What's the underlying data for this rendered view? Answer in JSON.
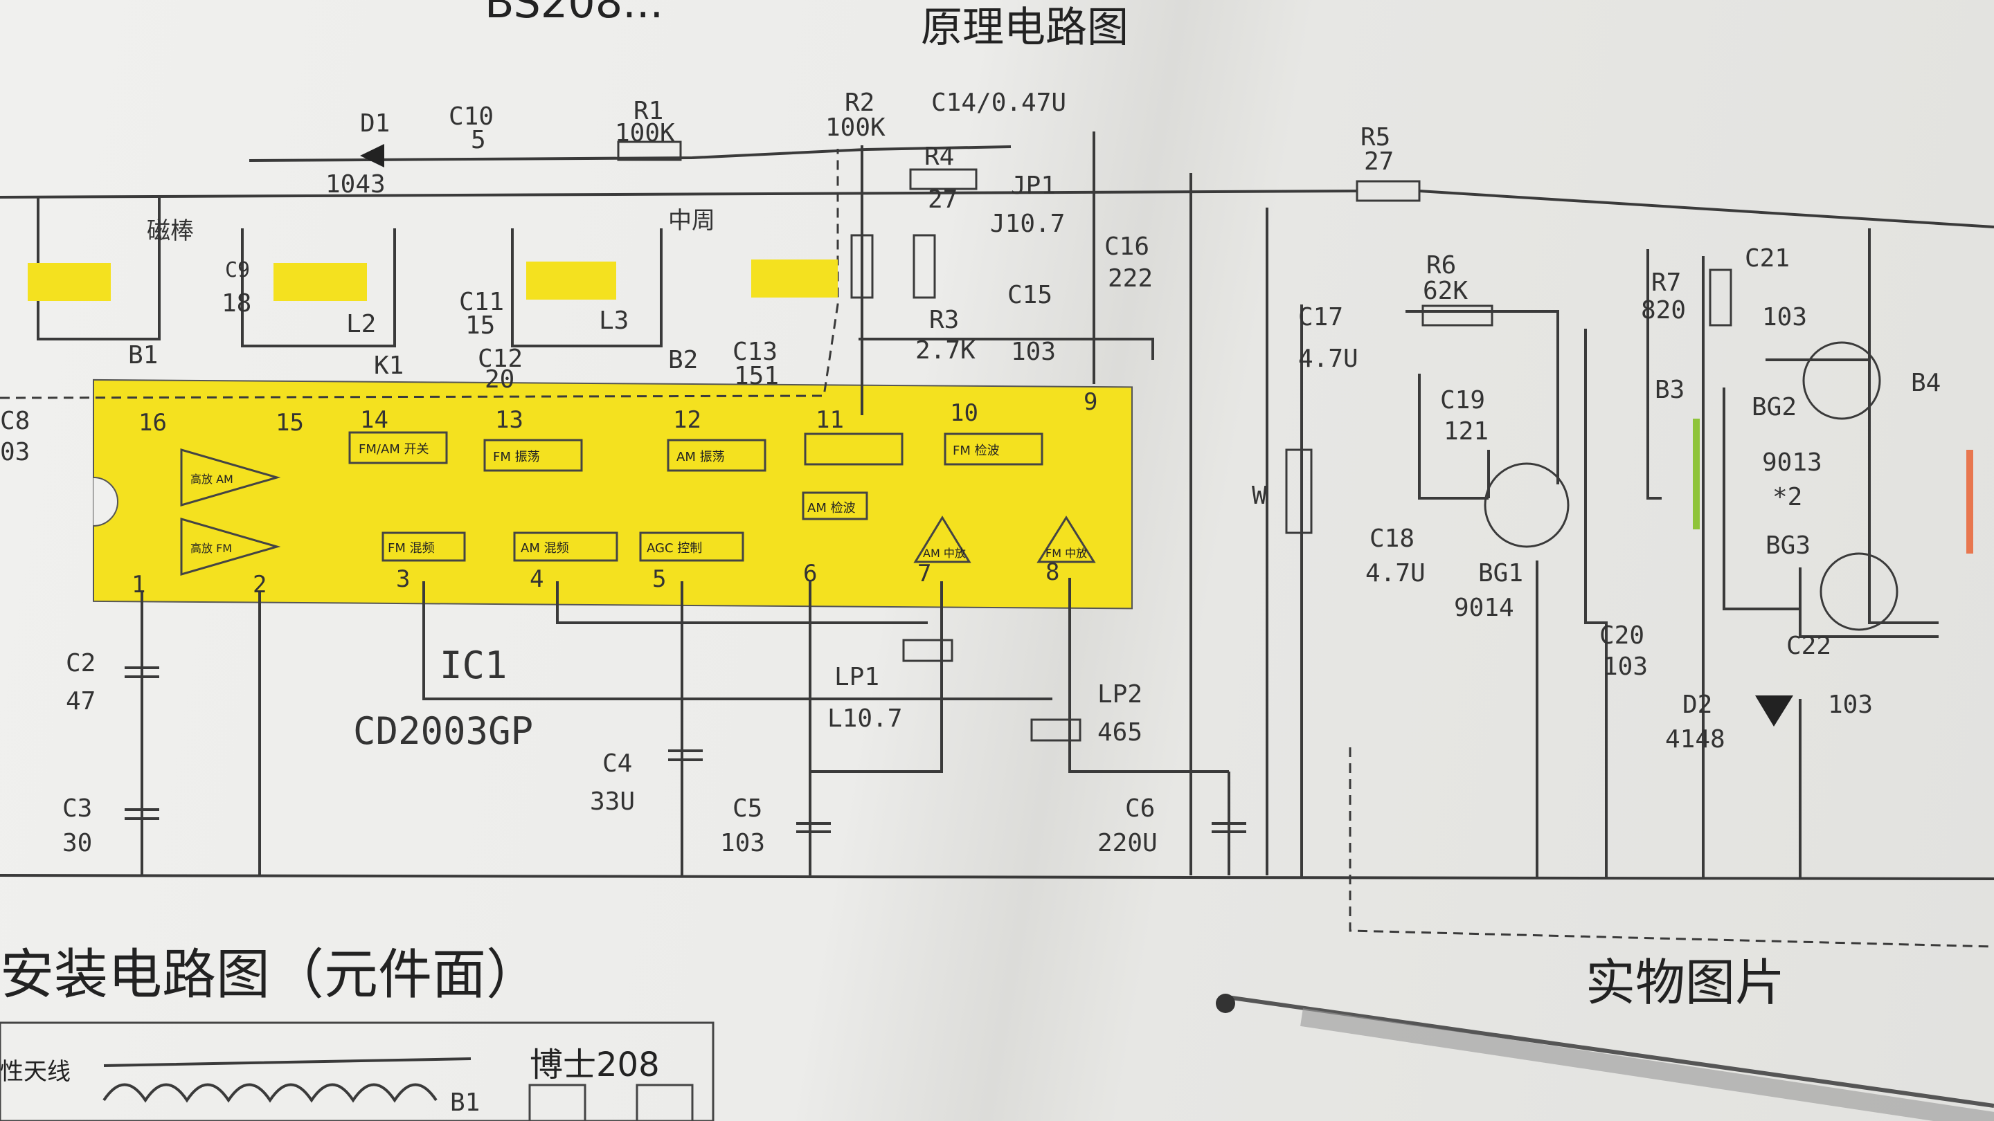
{
  "header": {
    "cut_title": "BS208...",
    "title": "原理电路图"
  },
  "ic": {
    "pins": [
      "16",
      "15",
      "14",
      "13",
      "12",
      "11",
      "10",
      "9",
      "1",
      "2",
      "3",
      "4",
      "5",
      "6",
      "7",
      "8"
    ],
    "blocks": [
      "FM/AM 开关",
      "FM 振荡",
      "AM 振荡",
      "FM 检波",
      "AM 检波",
      "FM 混频",
      "AM 混频",
      "AGC 控制",
      "高放 AM",
      "高放 FM",
      "AM 中放",
      "FM 中放"
    ]
  },
  "labels": [
    "D1",
    "1043",
    "C10",
    "5",
    "R1",
    "100K",
    "R2",
    "100K",
    "C14/0.47U",
    "R4",
    "27",
    "JP1",
    "J10.7",
    "C16",
    "222",
    "C15",
    "103",
    "R3",
    "2.7K",
    "R5",
    "27",
    "R6",
    "62K",
    "C17",
    "4.7U",
    "C19",
    "121",
    "C18",
    "4.7U",
    "BG1",
    "9014",
    "W",
    "R7",
    "820",
    "C21",
    "103",
    "B3",
    "BG2",
    "9013",
    "*2",
    "BG3",
    "B4",
    "C20",
    "103",
    "C22",
    "103",
    "D2",
    "4148",
    "C2",
    "47",
    "C3",
    "30",
    "C4",
    "33U",
    "C5",
    "103",
    "C6",
    "220U",
    "LP1",
    "L10.7",
    "LP2",
    "465",
    "IC1",
    "CD2003GP",
    "B1",
    "磁棒",
    "C9",
    "18",
    "L2",
    "K1",
    "C11",
    "15",
    "L3",
    "C12",
    "20",
    "中周",
    "B2",
    "C13",
    "151",
    "C8",
    "03"
  ],
  "footer": {
    "assembly_title": "安装电路图（元件面）",
    "photo_label": "实物图片",
    "antenna_label": "性天线",
    "b1_label": "B1",
    "model_label": "博士208"
  }
}
